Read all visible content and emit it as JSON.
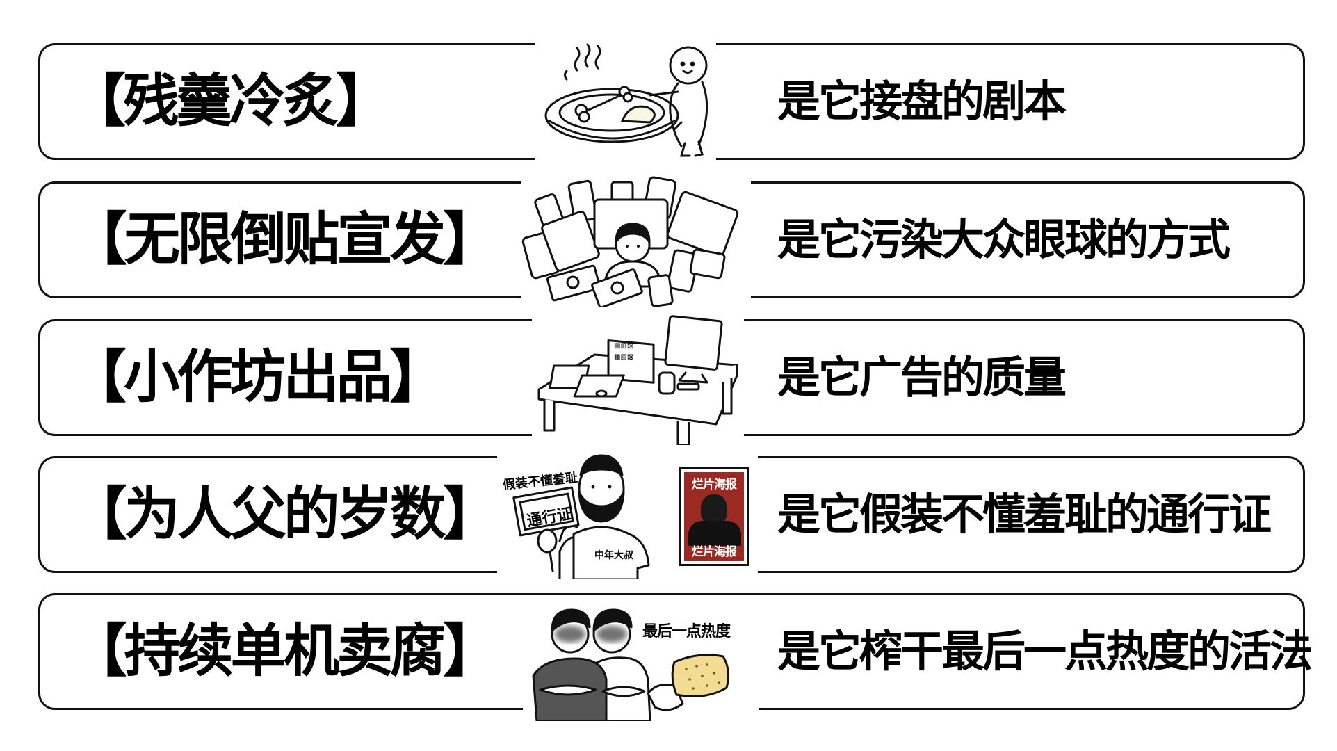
{
  "rows": [
    {
      "label": "【残羹冷炙】",
      "description": "是它接盘的剧本",
      "illustration": "smiling-figure-carrying-plate-of-leftover-bones-and-rice"
    },
    {
      "label": "【无限倒贴宣发】",
      "description": "是它污染大众眼球的方式",
      "illustration": "boy-surrounded-by-phones-and-monitors-with-money"
    },
    {
      "label": "【小作坊出品】",
      "description": "是它广告的质量",
      "illustration": "cheap-desk-with-box-monitor-and-jar"
    },
    {
      "label": "【为人父的岁数】",
      "description": "是它假装不懂羞耻的通行证",
      "illustration": "bearded-man-holding-sign-next-to-poster",
      "sign_caption": "假装不懂羞耻",
      "sign_text": "通行证",
      "shirt_text": "中年大叔",
      "poster_top": "烂片海报",
      "poster_bottom": "烂片海报"
    },
    {
      "label": "【持续单机卖腐】",
      "description": "是它榨干最后一点热度的活法",
      "illustration": "two-blurred-men-with-arms-crossed-holding-tofu",
      "caption": "最后一点热度"
    }
  ],
  "colors": {
    "border": "#111111",
    "text": "#000000",
    "poster_red": "#9b2a22",
    "tofu": "#f2dc94"
  }
}
